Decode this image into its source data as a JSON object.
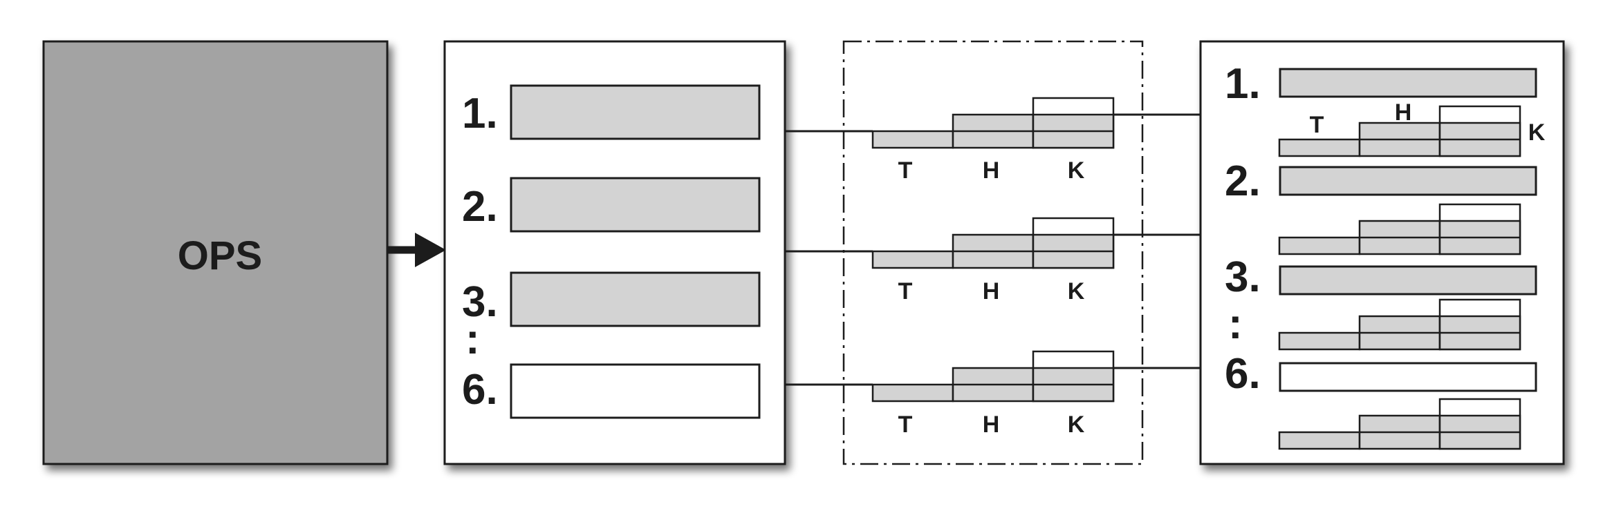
{
  "source": {
    "label": "OPS"
  },
  "list_panel": {
    "items": [
      {
        "number": "1.",
        "filled": true
      },
      {
        "number": "2.",
        "filled": true
      },
      {
        "number": "3.",
        "filled": true
      },
      {
        "number": ":",
        "filled": false
      },
      {
        "number": "6.",
        "filled": false
      }
    ]
  },
  "stair_panel": {
    "steps": [
      "T",
      "H",
      "K"
    ]
  },
  "result_panel": {
    "items": [
      {
        "number": "1.",
        "filled": true
      },
      {
        "number": "2.",
        "filled": true
      },
      {
        "number": "3.",
        "filled": true
      },
      {
        "number": ":",
        "filled": false
      },
      {
        "number": "6.",
        "filled": false
      }
    ],
    "step_labels": [
      "T",
      "H",
      "K"
    ]
  },
  "colors": {
    "ops_fill": "#a3a3a3",
    "bar_fill": "#d3d3d3",
    "stroke": "#1c1c1c"
  }
}
